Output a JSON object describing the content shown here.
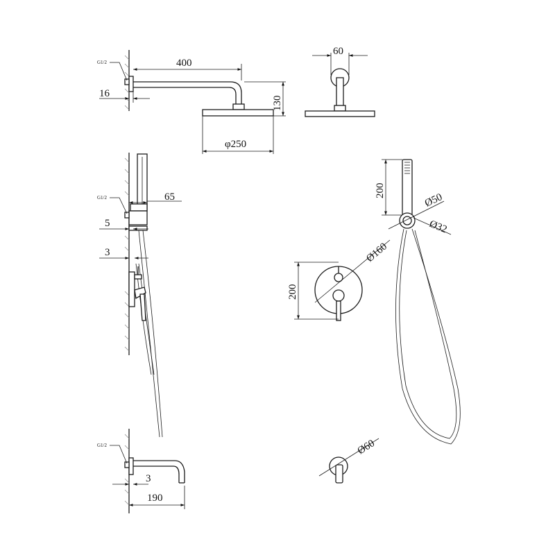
{
  "dimensions": {
    "shower_arm_length": "400",
    "wall_flange_depth": "16",
    "arm_drop": "130",
    "head_diameter": "φ250",
    "flange_width": "60",
    "holder_projection": "65",
    "holder_gap": "5",
    "valve_gap": "3",
    "mixer_height": "200",
    "mixer_diameter": "Ø160",
    "hand_shower_length": "200",
    "holder_diameter": "Ø50",
    "hose_connector_diameter": "Ø32",
    "outlet_diameter": "Ø60",
    "spout_gap": "3",
    "spout_length": "190"
  },
  "thread_labels": {
    "top": "G1/2",
    "middle": "G1/2",
    "bottom": "G1/2"
  }
}
